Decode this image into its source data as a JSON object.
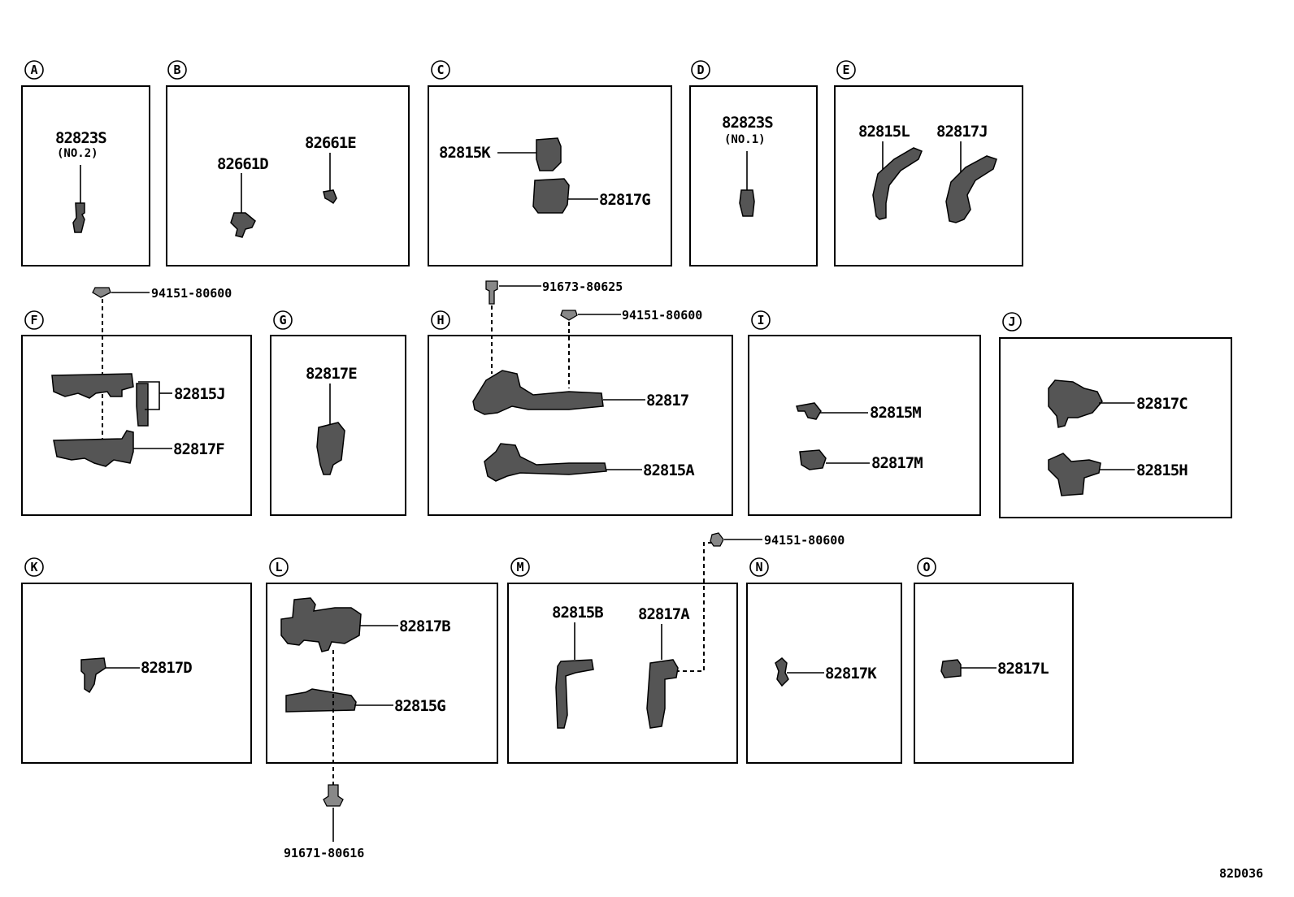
{
  "sections": {
    "A": "A",
    "B": "B",
    "C": "C",
    "D": "D",
    "E": "E",
    "F": "F",
    "G": "G",
    "H": "H",
    "I": "I",
    "J": "J",
    "K": "K",
    "L": "L",
    "M": "M",
    "N": "N",
    "O": "O"
  },
  "parts": {
    "a_82823S": "82823S",
    "a_no2": "(NO.2)",
    "b_82661D": "82661D",
    "b_82661E": "82661E",
    "c_82815K": "82815K",
    "c_82817G": "82817G",
    "d_82823S": "82823S",
    "d_no1": "(NO.1)",
    "e_82815L": "82815L",
    "e_82817J": "82817J",
    "f_94151": "94151-80600",
    "f_82815J": "82815J",
    "f_82817F": "82817F",
    "g_82817E": "82817E",
    "h_91673": "91673-80625",
    "h_94151": "94151-80600",
    "h_82817": "82817",
    "h_82815A": "82815A",
    "i_82815M": "82815M",
    "i_82817M": "82817M",
    "j_82817C": "82817C",
    "j_82815H": "82815H",
    "m_94151": "94151-80600",
    "k_82817D": "82817D",
    "l_82817B": "82817B",
    "l_82815G": "82815G",
    "l_91671": "91671-80616",
    "m_82815B": "82815B",
    "m_82817A": "82817A",
    "n_82817K": "82817K",
    "o_82817L": "82817L"
  },
  "diagram_code": "82D036"
}
